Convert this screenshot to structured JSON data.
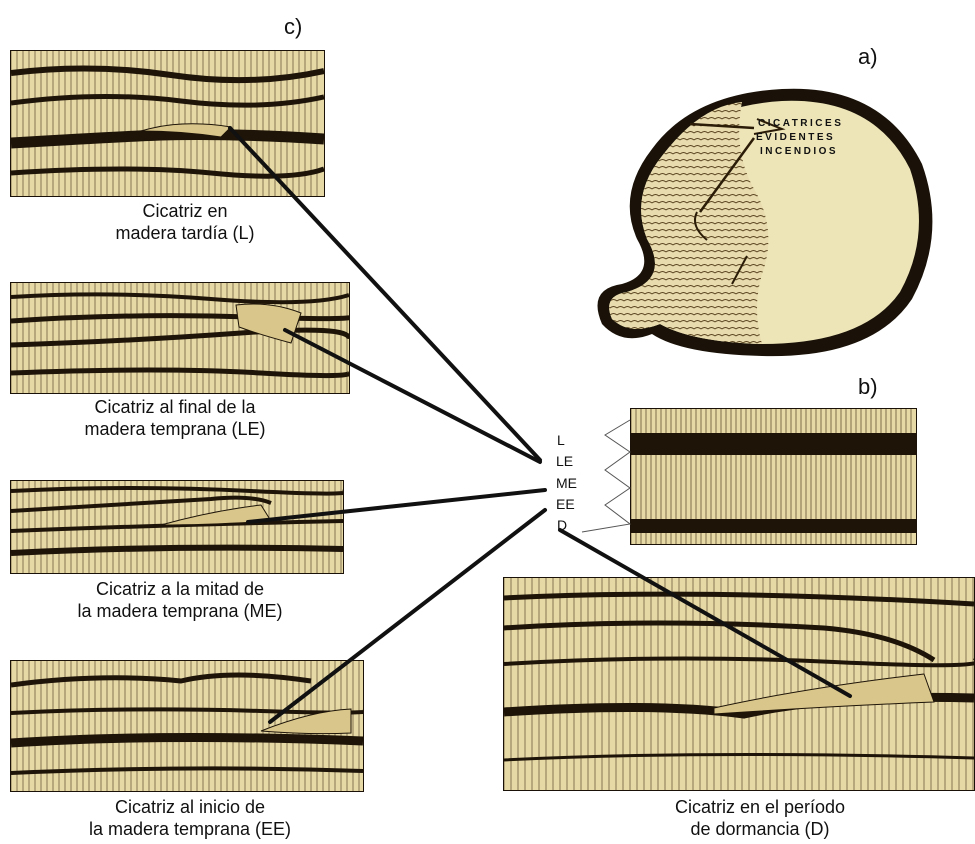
{
  "panel_letters": {
    "a": "a)",
    "b": "b)",
    "c": "c)"
  },
  "cross_section_text": [
    "CICATRICES",
    "EVIDENTES",
    "INCENDIOS"
  ],
  "ring_codes": [
    "L",
    "LE",
    "ME",
    "EE",
    "D"
  ],
  "scars": [
    {
      "lines": [
        "Cicatriz en",
        "madera tardía (L)"
      ]
    },
    {
      "lines": [
        "Cicatriz al final de la",
        "madera temprana (LE)"
      ]
    },
    {
      "lines": [
        "Cicatriz a la mitad de",
        "la madera temprana (ME)"
      ]
    },
    {
      "lines": [
        "Cicatriz al inicio de",
        "la madera temprana (EE)"
      ]
    },
    {
      "lines": [
        "Cicatriz en el período",
        "de dormancia (D)"
      ]
    }
  ],
  "colors": {
    "wood": "#e6d9a6",
    "ring_dark": "#1e1408",
    "stump_light": "#ede5b8",
    "line": "#111111"
  }
}
